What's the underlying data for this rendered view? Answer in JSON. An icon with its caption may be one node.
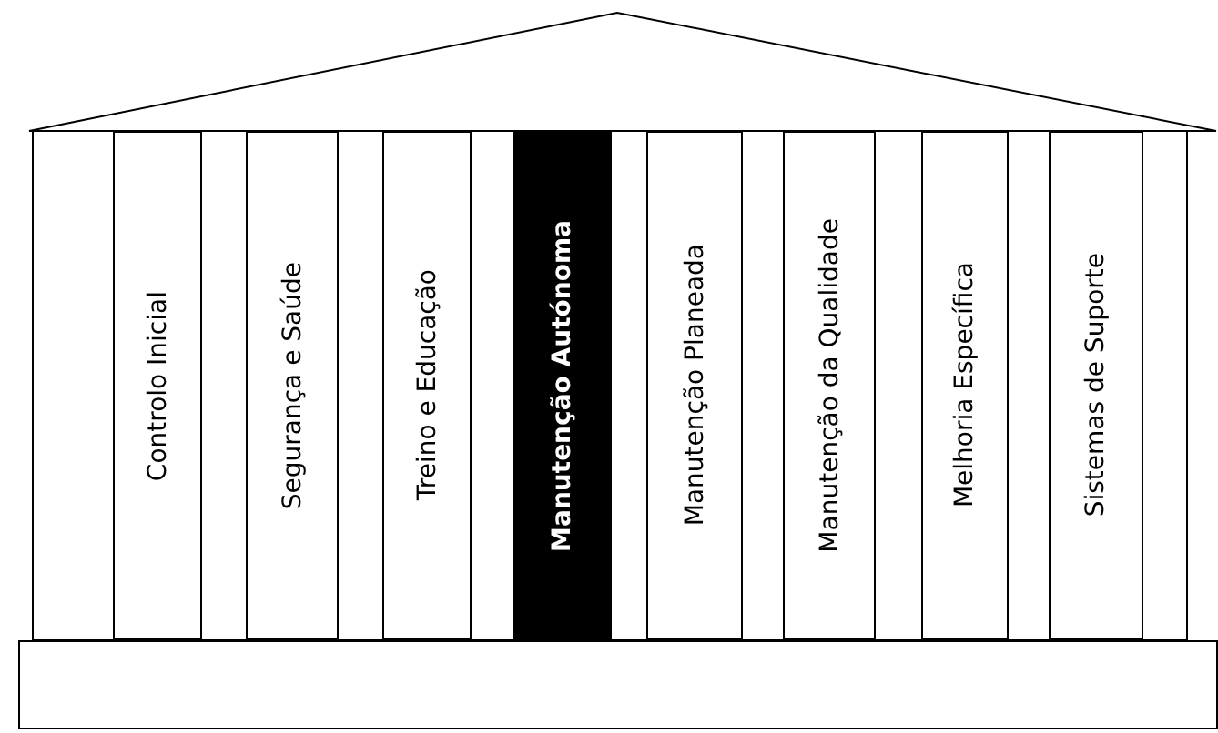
{
  "diagram": {
    "nodes": [
      {
        "text": [],
        "shape": "triangle"
      },
      {
        "text": [
          "Controlo Inicial"
        ]
      },
      {
        "text": [
          "Segurança e Saúde"
        ]
      },
      {
        "text": [
          "Treino e Educação"
        ]
      },
      {
        "text": [
          "Manutenção Autónoma"
        ]
      },
      {
        "text": [
          "Manutenção Planeada"
        ]
      },
      {
        "text": [
          "Manutenção da Qualidade"
        ]
      },
      {
        "text": [
          "Melhoria Específica"
        ]
      },
      {
        "text": [
          "Sistemas de Suporte"
        ]
      },
      {
        "text": [],
        "shape": "box"
      }
    ]
  }
}
